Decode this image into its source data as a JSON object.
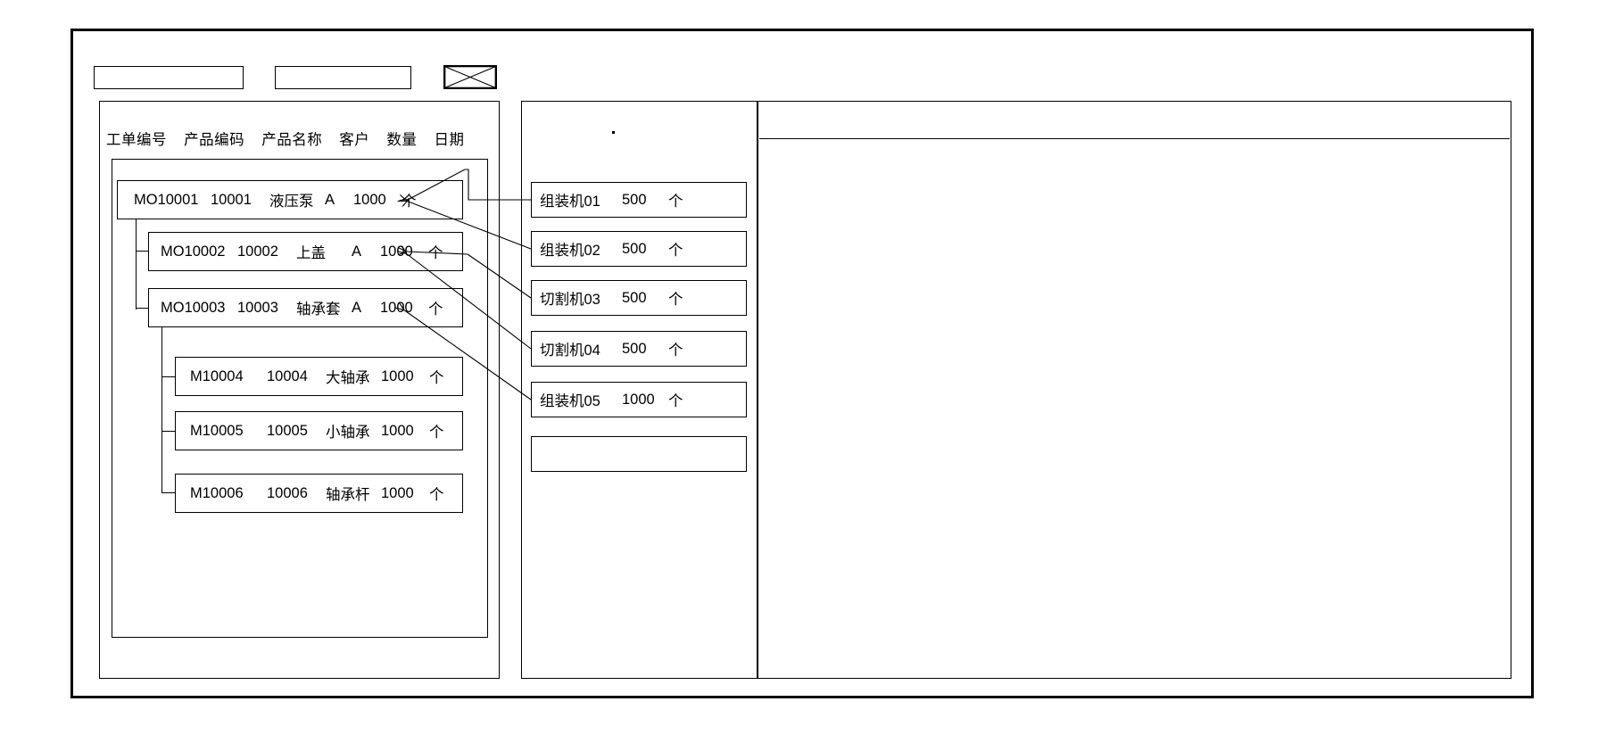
{
  "window": {
    "title": ""
  },
  "toolbar": {
    "field_1_value": "",
    "field_1_placeholder": "",
    "field_2_value": "",
    "field_2_placeholder": "",
    "icon_button_label": "",
    "icon_name": "image-placeholder-icon"
  },
  "work_order_panel": {
    "columns": [
      "工单编号",
      "产品编码",
      "产品名称",
      "客户",
      "数量",
      "日期"
    ],
    "rows": [
      {
        "level": 0,
        "work_order": "MO10001",
        "product_code": "10001",
        "product_name": "液压泵",
        "customer": "A",
        "quantity": "1000",
        "unit": "个",
        "date": ""
      },
      {
        "level": 1,
        "work_order": "MO10002",
        "product_code": "10002",
        "product_name": "上盖",
        "customer": "A",
        "quantity": "1000",
        "unit": "个",
        "date": ""
      },
      {
        "level": 1,
        "work_order": "MO10003",
        "product_code": "10003",
        "product_name": "轴承套",
        "customer": "A",
        "quantity": "1000",
        "unit": "个",
        "date": ""
      },
      {
        "level": 2,
        "work_order": "M10004",
        "product_code": "10004",
        "product_name": "大轴承",
        "customer": "",
        "quantity": "1000",
        "unit": "个",
        "date": ""
      },
      {
        "level": 2,
        "work_order": "M10005",
        "product_code": "10005",
        "product_name": "小轴承",
        "customer": "",
        "quantity": "1000",
        "unit": "个",
        "date": ""
      },
      {
        "level": 2,
        "work_order": "M10006",
        "product_code": "10006",
        "product_name": "轴承杆",
        "customer": "",
        "quantity": "1000",
        "unit": "个",
        "date": ""
      }
    ]
  },
  "machine_panel": {
    "rows": [
      {
        "machine": "组装机01",
        "quantity": "500",
        "unit": "个"
      },
      {
        "machine": "组装机02",
        "quantity": "500",
        "unit": "个"
      },
      {
        "machine": "切割机03",
        "quantity": "500",
        "unit": "个"
      },
      {
        "machine": "切割机04",
        "quantity": "500",
        "unit": "个"
      },
      {
        "machine": "组装机05",
        "quantity": "1000",
        "unit": "个"
      },
      {
        "machine": "",
        "quantity": "",
        "unit": ""
      }
    ]
  },
  "detail_panel": {
    "header_text": "",
    "body_text": ""
  },
  "colors": {
    "stroke": "#000000",
    "background": "#ffffff"
  }
}
